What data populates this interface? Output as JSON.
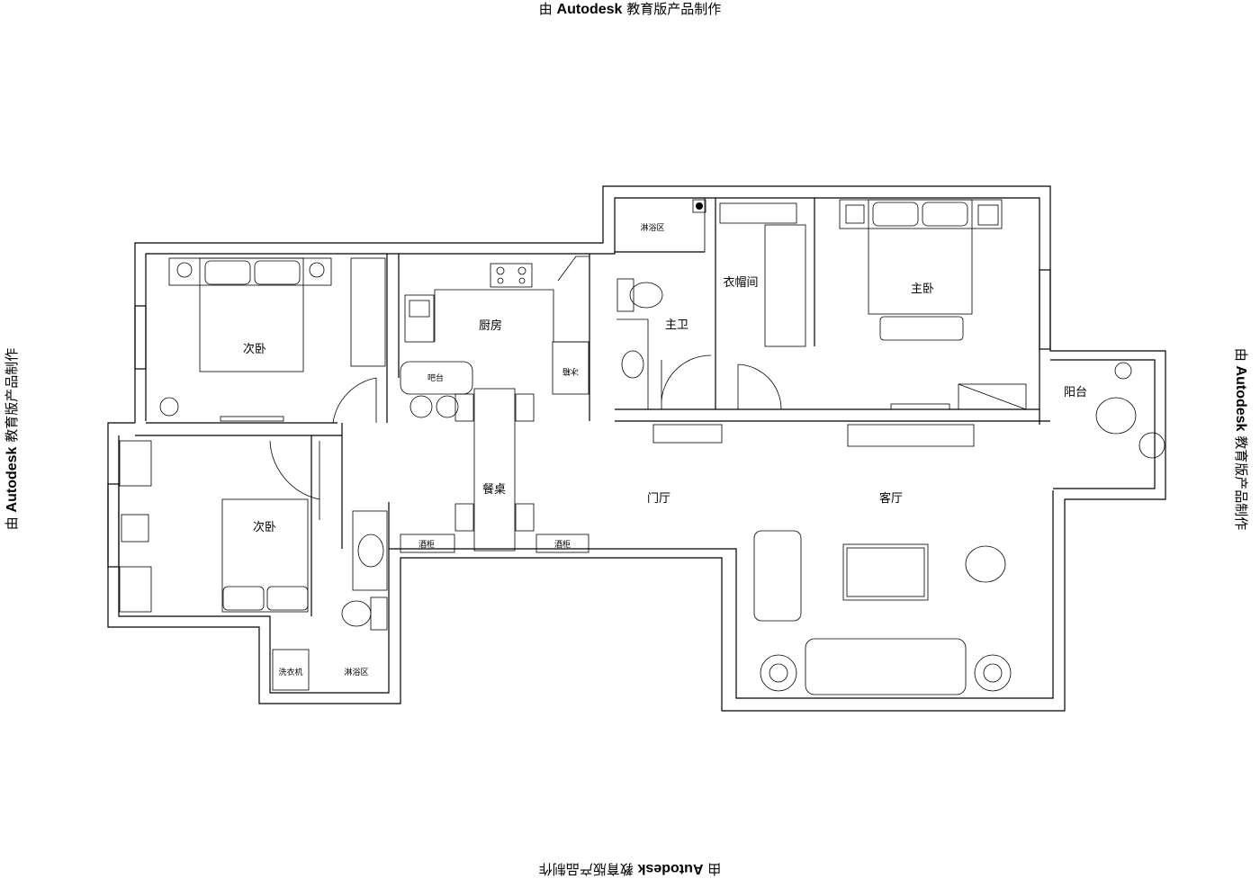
{
  "watermark": {
    "prefix": "由",
    "brand": "Autodesk",
    "suffix": "教育版产品制作"
  },
  "rooms": {
    "second_bedroom_top": "次卧",
    "kitchen": "厨房",
    "bar": "吧台",
    "fridge": "冰箱",
    "shower_master": "淋浴区",
    "master_bath": "主卫",
    "cloakroom": "衣帽间",
    "master_bedroom": "主卧",
    "balcony": "阳台",
    "dining_table": "餐桌",
    "foyer": "门厅",
    "living_room": "客厅",
    "second_bedroom_bottom": "次卧",
    "wine_cabinet_left": "酒柜",
    "wine_cabinet_right": "酒柜",
    "washer": "洗衣机",
    "shower_guest": "淋浴区"
  }
}
